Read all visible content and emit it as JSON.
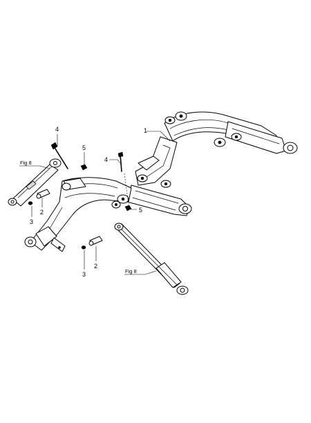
{
  "callouts": {
    "frame": "1",
    "pin_upper_left": "2",
    "pin_lower": "2",
    "clip_upper_left": "3",
    "clip_lower": "3",
    "bolt_left": "4",
    "bolt_center": "4",
    "nut_upper": "5",
    "nut_lower": "5"
  },
  "fig_refs": {
    "left_cylinder": "Fig 8",
    "lower_cylinder": "Fig 8"
  }
}
